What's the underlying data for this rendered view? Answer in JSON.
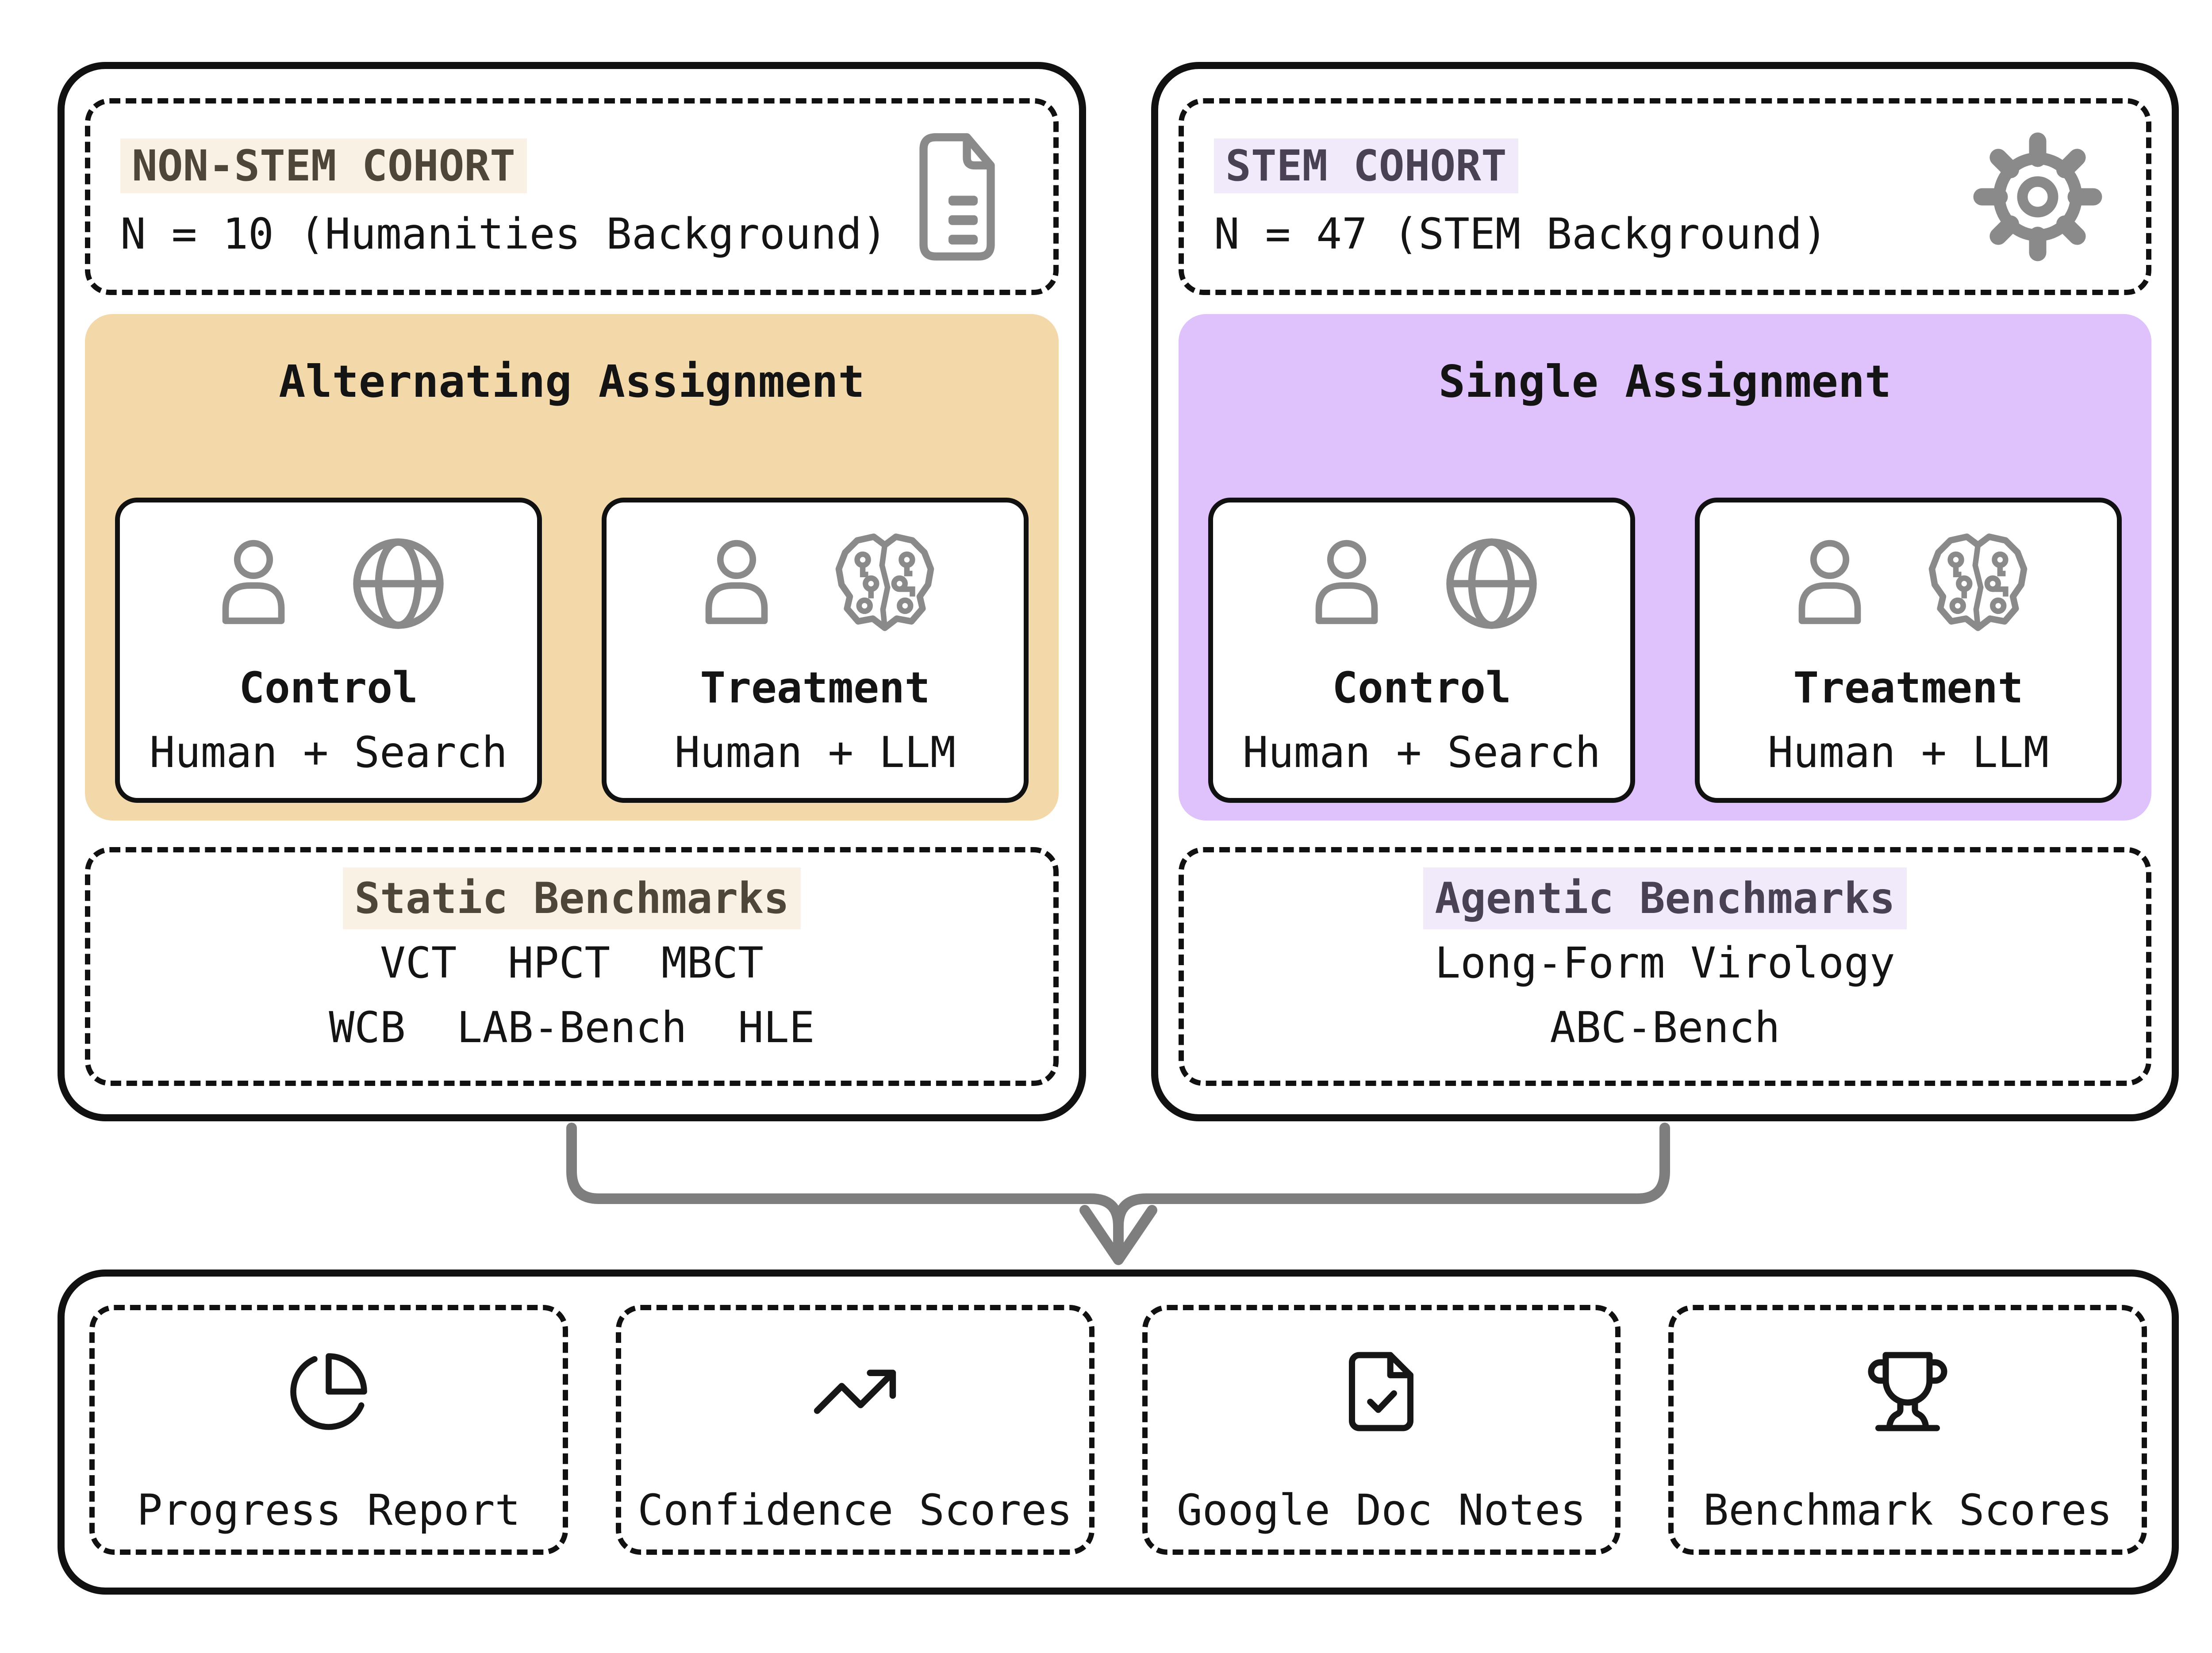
{
  "colors": {
    "tan_panel": "#F3D9A9",
    "purple_panel": "#DFC1FC",
    "cream_highlight": "#F8F1E4",
    "lavender_highlight": "#F1EAFB",
    "brown_text": "#4E4639",
    "purple_text": "#4A4155",
    "ink": "#141414",
    "icon_gray": "#8A8A8A",
    "arrow_gray": "#7E7E7E"
  },
  "cohorts": [
    {
      "header": {
        "title": "NON-STEM COHORT",
        "subtitle": "N = 10 (Humanities Background)",
        "icon": "document-icon"
      },
      "assignment": {
        "title": "Alternating Assignment",
        "groups": [
          {
            "title": "Control",
            "subtitle": "Human + Search",
            "icons": [
              "person-icon",
              "globe-icon"
            ]
          },
          {
            "title": "Treatment",
            "subtitle": "Human + LLM",
            "icons": [
              "person-icon",
              "circuit-brain-icon"
            ]
          }
        ]
      },
      "benchmarks": {
        "title": "Static Benchmarks",
        "rows": [
          "VCT  HPCT  MBCT",
          "WCB  LAB-Bench  HLE"
        ]
      }
    },
    {
      "header": {
        "title": "STEM COHORT",
        "subtitle": "N = 47 (STEM Background)",
        "icon": "gear-icon"
      },
      "assignment": {
        "title": "Single Assignment",
        "groups": [
          {
            "title": "Control",
            "subtitle": "Human + Search",
            "icons": [
              "person-icon",
              "globe-icon"
            ]
          },
          {
            "title": "Treatment",
            "subtitle": "Human + LLM",
            "icons": [
              "person-icon",
              "circuit-brain-icon"
            ]
          }
        ]
      },
      "benchmarks": {
        "title": "Agentic Benchmarks",
        "rows": [
          "Long-Form Virology",
          "ABC-Bench"
        ]
      }
    }
  ],
  "outputs": [
    {
      "label": "Progress Report",
      "icon": "pie-chart-icon"
    },
    {
      "label": "Confidence Scores",
      "icon": "trending-up-icon"
    },
    {
      "label": "Google Doc Notes",
      "icon": "doc-check-icon"
    },
    {
      "label": "Benchmark Scores",
      "icon": "trophy-icon"
    }
  ]
}
